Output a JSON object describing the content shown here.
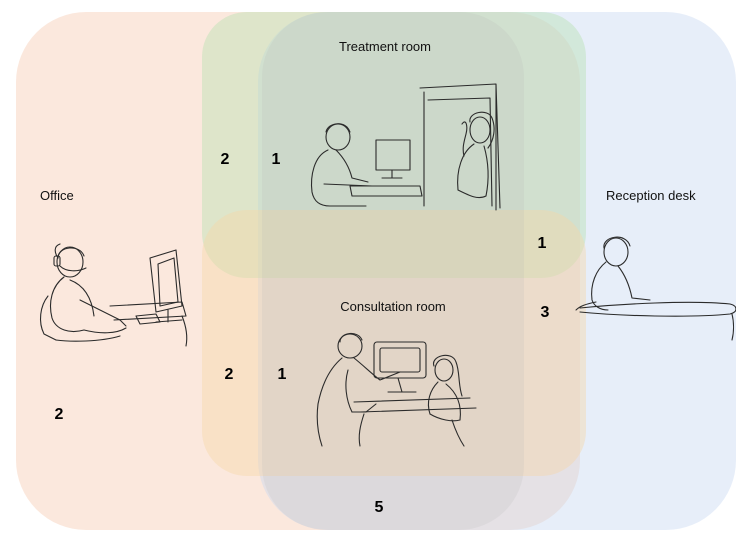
{
  "regions": [
    {
      "id": "office",
      "label": "Office",
      "color": "#f6c9ae"
    },
    {
      "id": "treatment",
      "label": "Treatment room",
      "color": "#b6e0b0"
    },
    {
      "id": "reception",
      "label": "Reception desk",
      "color": "#c6d6f0"
    },
    {
      "id": "consultation",
      "label": "Consultation room",
      "color": "#f5d7a6"
    },
    {
      "id": "gray",
      "label": "",
      "color": "#b5b5b5"
    }
  ],
  "counts": {
    "office_treatment": "2",
    "treatment_only": "1",
    "treatment_consultation": "1",
    "reception_consultation": "3",
    "office_consultation": "2",
    "consultation_only": "1",
    "office_only": "2",
    "bottom_overlap": "5"
  }
}
